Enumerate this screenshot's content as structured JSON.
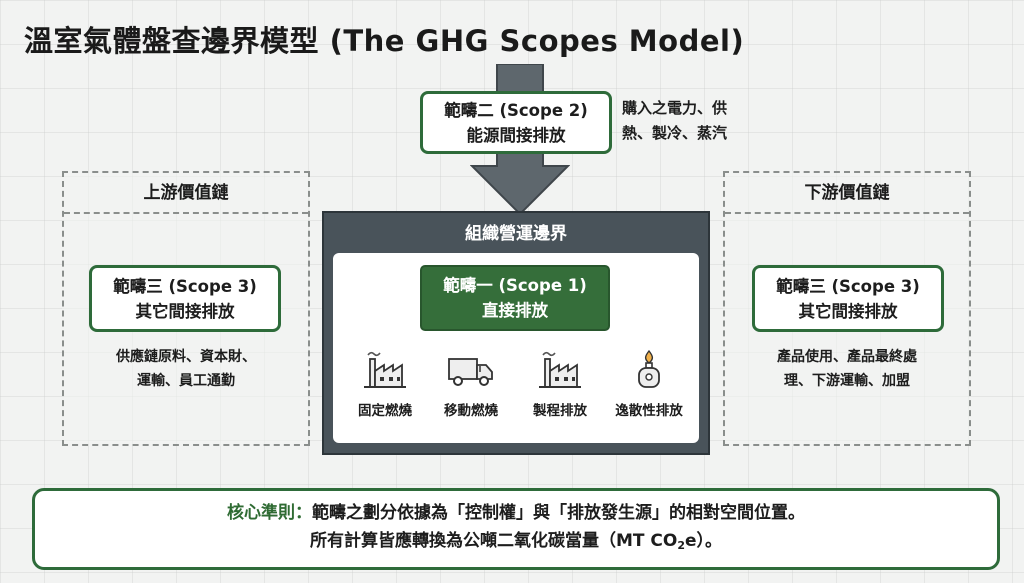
{
  "title": "溫室氣體盤查邊界模型 (The GHG Scopes Model)",
  "scope2": {
    "line1": "範疇二 (Scope 2)",
    "line2": "能源間接排放",
    "note_line1": "購入之電力、供",
    "note_line2": "熱、製冷、蒸汽"
  },
  "upstream": {
    "heading": "上游價值鏈",
    "scope_line1": "範疇三 (Scope 3)",
    "scope_line2": "其它間接排放",
    "note_line1": "供應鏈原料、資本財、",
    "note_line2": "運輸、員工通勤"
  },
  "downstream": {
    "heading": "下游價值鏈",
    "scope_line1": "範疇三 (Scope 3)",
    "scope_line2": "其它間接排放",
    "note_line1": "產品使用、產品最終處",
    "note_line2": "理、下游運輸、加盟"
  },
  "org": {
    "heading": "組織營運邊界",
    "scope1_line1": "範疇一 (Scope 1)",
    "scope1_line2": "直接排放",
    "sources": [
      {
        "label": "固定燃燒",
        "icon": "factory-icon"
      },
      {
        "label": "移動燃燒",
        "icon": "truck-icon"
      },
      {
        "label": "製程排放",
        "icon": "factory-icon"
      },
      {
        "label": "逸散性排放",
        "icon": "gas-cylinder-icon"
      }
    ]
  },
  "principle": {
    "key": "核心準則：",
    "line1_rest": "範疇之劃分依據為「控制權」與「排放發生源」的相對空間位置。",
    "line2_pre": "所有計算皆應轉換為公噸二氧化碳當量（MT CO",
    "line2_sub": "2",
    "line2_post": "e）。"
  },
  "colors": {
    "green": "#2e6b3a",
    "scope1_fill": "#356e3a",
    "org_fill": "#49535a",
    "arrow": "#5e676d"
  }
}
